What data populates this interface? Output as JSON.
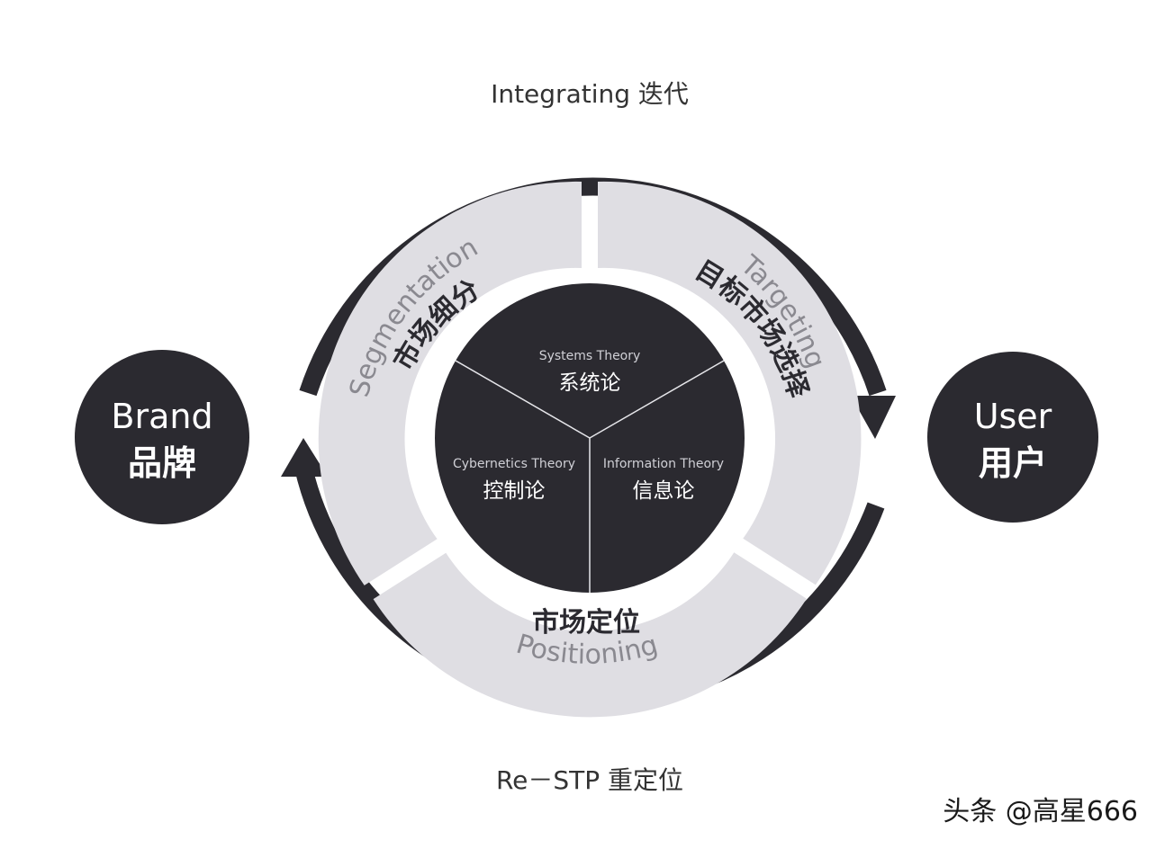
{
  "top_label": "Integrating 迭代",
  "bottom_label": "Re－STP 重定位",
  "brand": {
    "en": "Brand",
    "zh": "品牌"
  },
  "user": {
    "en": "User",
    "zh": "用户"
  },
  "segments": {
    "segmentation": {
      "en": "Segmentation",
      "zh": "市场细分"
    },
    "targeting": {
      "en": "Targeting",
      "zh": "目标市场选择"
    },
    "positioning": {
      "zh": "市场定位",
      "en": "Positioning"
    }
  },
  "theories": {
    "systems": {
      "en": "Systems Theory",
      "zh": "系统论"
    },
    "cybernetics": {
      "en": "Cybernetics Theory",
      "zh": "控制论"
    },
    "information": {
      "en": "Information Theory",
      "zh": "信息论"
    }
  },
  "watermark": "头条 @高星666",
  "colors": {
    "dark": "#2b2a30",
    "light": "#dfdee3",
    "text_light": "#ffffff",
    "text_gray": "#d0d0d6"
  }
}
